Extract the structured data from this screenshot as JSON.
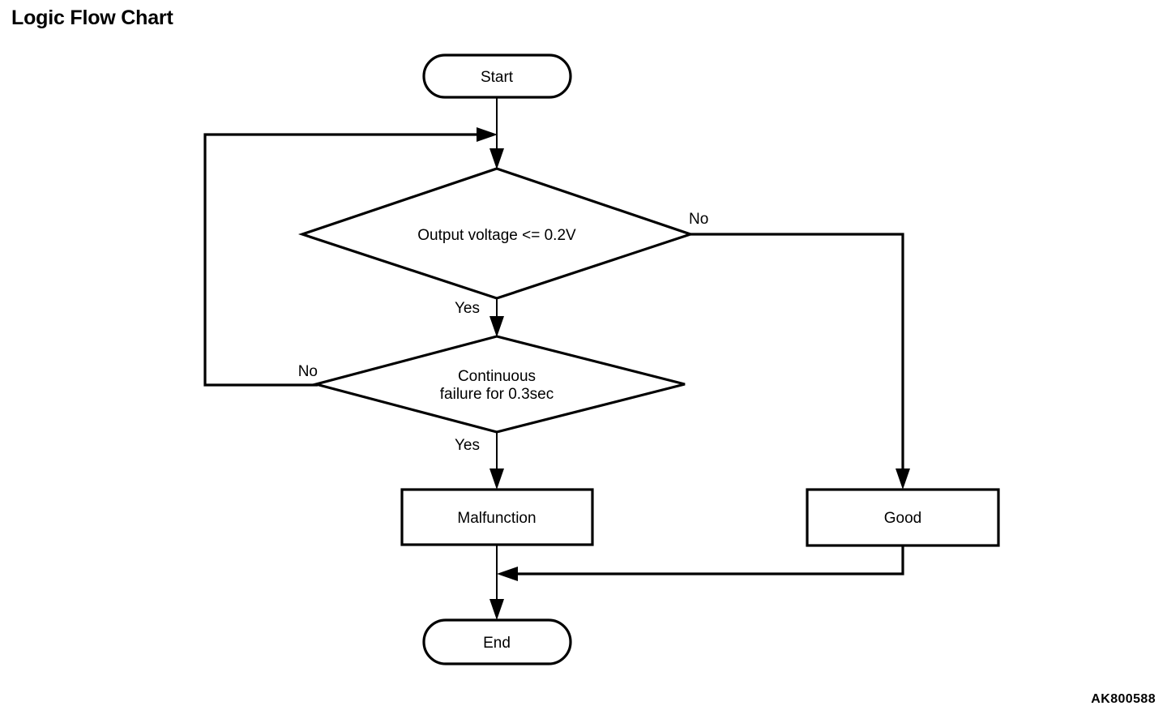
{
  "page": {
    "title": "Logic Flow Chart",
    "watermark": "AK800588",
    "background_color": "#ffffff",
    "line_color": "#000000"
  },
  "chart_data": {
    "type": "diagram",
    "diagram_kind": "flowchart",
    "title": "Logic Flow Chart",
    "orientation": "top-to-bottom",
    "nodes": [
      {
        "id": "start",
        "shape": "terminator",
        "label": "Start"
      },
      {
        "id": "d_voltage",
        "shape": "decision",
        "label": "Output voltage <= 0.2V"
      },
      {
        "id": "d_continuous",
        "shape": "decision",
        "label_line1": "Continuous",
        "label_line2": "failure for 0.3sec"
      },
      {
        "id": "malfunction",
        "shape": "process",
        "label": "Malfunction"
      },
      {
        "id": "good",
        "shape": "process",
        "label": "Good"
      },
      {
        "id": "end",
        "shape": "terminator",
        "label": "End"
      }
    ],
    "edges": [
      {
        "from": "start",
        "to": "d_voltage",
        "label": ""
      },
      {
        "from": "d_voltage",
        "to": "d_continuous",
        "label": "Yes"
      },
      {
        "from": "d_voltage",
        "to": "good",
        "label": "No"
      },
      {
        "from": "d_continuous",
        "to": "malfunction",
        "label": "Yes"
      },
      {
        "from": "d_continuous",
        "to": "d_voltage",
        "label": "No"
      },
      {
        "from": "malfunction",
        "to": "end",
        "label": ""
      },
      {
        "from": "good",
        "to": "end",
        "label": ""
      }
    ],
    "edge_labels": {
      "voltage_yes": "Yes",
      "voltage_no": "No",
      "continuous_yes": "Yes",
      "continuous_no": "No"
    }
  }
}
